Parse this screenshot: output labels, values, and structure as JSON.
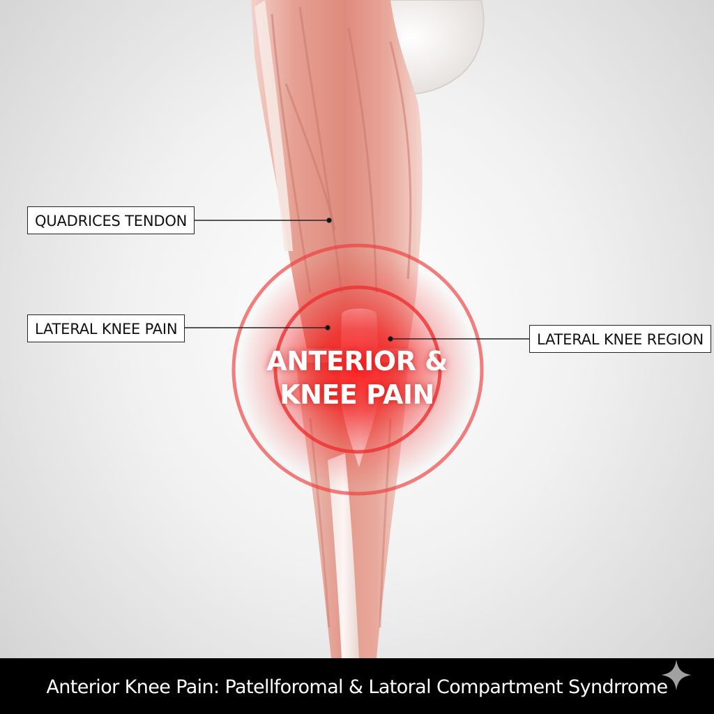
{
  "labels": {
    "quadriceps_tendon": "QUADRICES TENDON",
    "lateral_knee_pain": "LATERAL KNEE PAIN",
    "lateral_knee_region": "LATERAL KNEE REGION"
  },
  "pain_zone": {
    "line1": "ANTERIOR &",
    "line2": "KNEE PAIN"
  },
  "caption": "Anterior Knee Pain: Patellforomal & Latoral Compartment Syndrrome",
  "icons": {
    "watermark": "sparkle-icon"
  },
  "colors": {
    "muscle": "#e8a59a",
    "pain_red": "#e8282a",
    "caption_bar": "#000000"
  }
}
